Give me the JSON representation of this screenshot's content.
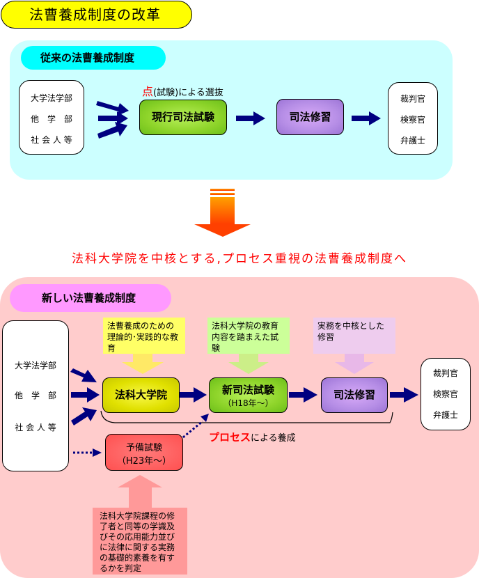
{
  "title": "法曹養成制度の改革",
  "old_system": {
    "heading": "従来の法曹養成制度",
    "sources": [
      "大学法学部",
      "他　学　部",
      "社 会 人 等"
    ],
    "selection_note_highlight": "点",
    "selection_note_rest": "(試験)による選抜",
    "steps": [
      "現行司法試験",
      "司法修習"
    ],
    "destinations": [
      "裁判官",
      "検察官",
      "弁護士"
    ]
  },
  "transition_text": "法科大学院を中核とする,プロセス重視の法曹養成制度へ",
  "new_system": {
    "heading": "新しい法曹養成制度",
    "sources": [
      "大学法学部",
      "他　学　部",
      "社 会 人 等"
    ],
    "steps": [
      {
        "label": "法科大学院",
        "sub": ""
      },
      {
        "label": "新司法試験",
        "sub": "（H18年～）"
      },
      {
        "label": "司法修習",
        "sub": ""
      }
    ],
    "callouts": [
      "法曹養成のための理論的･実践的な教育",
      "法科大学院の教育内容を踏まえた試験",
      "実務を中核とした修習"
    ],
    "preliminary_exam": {
      "label": "予備試験",
      "sub": "（H23年～）"
    },
    "preliminary_note": "法科大学院課程の修了者と同等の学識及びその応用能力並びに法律に関する実務の基礎的素養を有するかを判定",
    "process_highlight": "プロセス",
    "process_rest": "による養成",
    "destinations": [
      "裁判官",
      "検察官",
      "弁護士"
    ]
  },
  "colors": {
    "arrow_navy": "#000080",
    "old_panel": "#ccffff",
    "new_panel": "#ffcccc",
    "accent_red": "#ff0000"
  }
}
